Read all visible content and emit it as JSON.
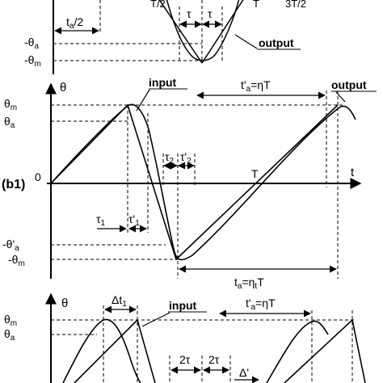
{
  "top_panel": {
    "t_a_half": "t",
    "t_a_half_sub": "a",
    "t_a_half_tail": "/2",
    "T2": "T/2",
    "T_right": "T",
    "T32": "3T/2",
    "tau_left": "τ",
    "tau_right": "τ",
    "neg_theta_a": "-θ",
    "neg_theta_a_sub": "a",
    "neg_theta_m": "-θ",
    "neg_theta_m_sub": "m",
    "output": "output"
  },
  "panel_b1": {
    "panel_label": "(b1)",
    "theta_axis": "θ",
    "t_axis": "t",
    "theta_m": "θ",
    "theta_m_sub": "m",
    "theta_a": "θ",
    "theta_a_sub": "a",
    "zero": "0",
    "T_mid": "T",
    "input": "input",
    "output": "output",
    "t_prime_a": "t'",
    "t_prime_a_sub": "a",
    "t_prime_a_eq": "=ηT",
    "tau2": "τ",
    "tau2_sub": "2",
    "tau2p": "τ'",
    "tau2p_sub": "2",
    "tau1": "τ",
    "tau1_sub": "1",
    "tau1p": "τ'",
    "tau1p_sub": "1",
    "neg_theta_pa": "-θ'",
    "neg_theta_pa_sub": "a",
    "neg_theta_m": "-θ",
    "neg_theta_m_sub": "m",
    "t_a": "t",
    "t_a_sub": "a",
    "t_a_eq": "=η",
    "t_a_eq_sub": "t",
    "t_a_eq_tail": "T"
  },
  "panel_b2": {
    "theta_axis": "θ",
    "theta_m": "θ",
    "theta_m_sub": "m",
    "theta_a": "θ",
    "theta_a_sub": "a",
    "delta_t1": "Δt",
    "delta_t1_sub": "1",
    "input": "input",
    "t_prime_a": "t'",
    "t_prime_a_sub": "a",
    "t_prime_a_eq": "=ηT",
    "two_tau_1": "2τ",
    "two_tau_2": "2τ",
    "delta_prime": "Δ'"
  }
}
